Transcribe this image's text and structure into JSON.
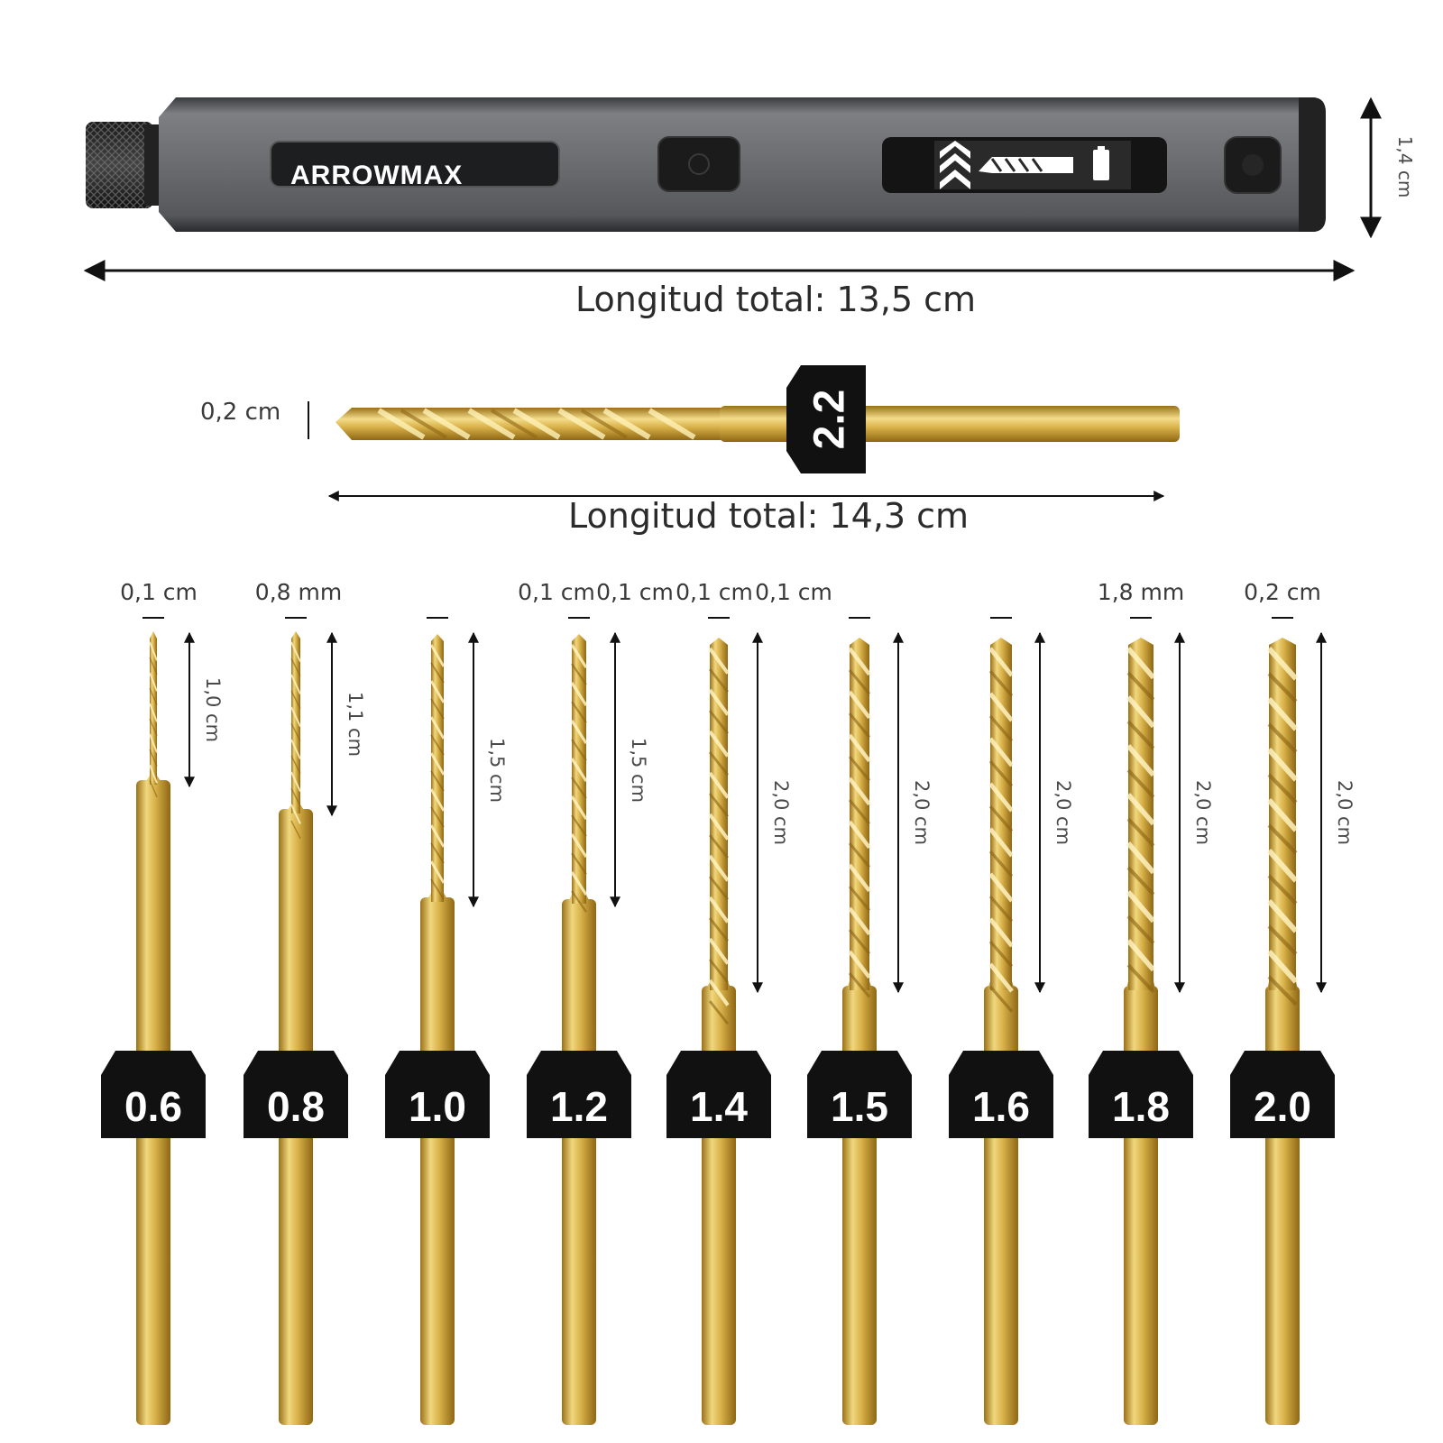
{
  "brand": "ARROWMAX",
  "screwdriver": {
    "length_label": "Longitud total: 13,5 cm",
    "diameter_label": "1,4 cm",
    "display_battery_icon": "battery-icon",
    "display_arrow_icon": "chevron-up-icon"
  },
  "main_bit": {
    "size": "2.2",
    "diameter_label": "0,2 cm",
    "length_label": "Longitud total: 14,3 cm"
  },
  "bits": [
    {
      "size": "0.6",
      "diameter_label": "0,1 cm",
      "flute_label": "1,0 cm"
    },
    {
      "size": "0.8",
      "diameter_label": "0,8 mm",
      "flute_label": "1,1 cm"
    },
    {
      "size": "1.0",
      "diameter_label": "",
      "flute_label": "1,5 cm"
    },
    {
      "size": "1.2",
      "diameter_label": "0,1 cm",
      "flute_label": "1,5 cm"
    },
    {
      "size": "1.4",
      "diameter_label": "0,1 cm",
      "flute_label": "2,0 cm"
    },
    {
      "size": "1.5",
      "diameter_label": "0,1 cm",
      "flute_label": "2,0 cm"
    },
    {
      "size": "1.6",
      "diameter_label": "0,1 cm",
      "flute_label": "2,0 cm"
    },
    {
      "size": "1.8",
      "diameter_label": "1,8 mm",
      "flute_label": "2,0 cm"
    },
    {
      "size": "2.0",
      "diameter_label": "0,2 cm",
      "flute_label": "2,0 cm"
    }
  ],
  "colors": {
    "gold": "#d9b24a",
    "gold_light": "#f3dc8a",
    "gold_dark": "#a67c1f",
    "body_gray": "#6b6d70",
    "collar_black": "#111111"
  }
}
